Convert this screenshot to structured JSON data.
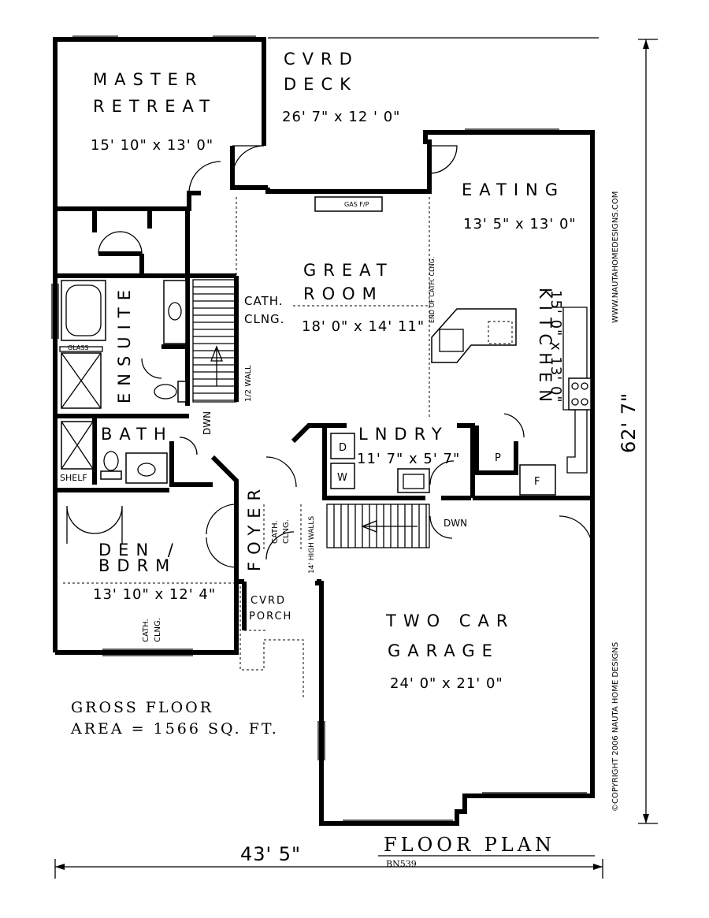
{
  "rooms": {
    "master_name_1": "MASTER",
    "master_name_2": "RETREAT",
    "master_dims": "15' 10\" x 13' 0\"",
    "deck_name_1": "CVRD",
    "deck_name_2": "DECK",
    "deck_dims": "26' 7\" x 12 ' 0\"",
    "eating_name": "EATING",
    "eating_dims": "13' 5\" x 13' 0\"",
    "great_name_1": "GREAT",
    "great_name_2": "ROOM",
    "great_dims": "18' 0\" x 14' 11\"",
    "kitchen_name": "KITCHEN",
    "kitchen_dims": "15' 0\" x 13' 0\"",
    "ensuite_name": "ENSUITE",
    "bath_name": "BATH",
    "laundry_name": "LNDRY",
    "laundry_dims": "11' 7\" x 5' 7\"",
    "foyer_name": "FOYER",
    "den_name_1": "DEN /",
    "den_name_2": "BDRM",
    "den_dims": "13' 10\" x 12' 4\"",
    "porch_name_1": "CVRD",
    "porch_name_2": "PORCH",
    "garage_name_1": "TWO CAR",
    "garage_name_2": "GARAGE",
    "garage_dims": "24' 0\" x 21' 0\""
  },
  "notes": {
    "gas_fp": "GAS F/P",
    "end_cath": "END OF CATH. CLNG.",
    "cath_1": "CATH.",
    "clng_1": "CLNG.",
    "half_wall": "1/2 WALL",
    "dwn_stair": "DWN",
    "dwn_laundry": "DWN",
    "glass": "GLASS",
    "shelf": "SHELF",
    "dryer": "D",
    "washer": "W",
    "pantry": "P",
    "fridge": "F",
    "cath_foyer_1": "CATH.",
    "cath_foyer_2": "CLNG.",
    "high_walls": "14' HIGH WALLS",
    "cath_den_1": "CATH.",
    "cath_den_2": "CLNG."
  },
  "overall": {
    "width_dim": "43' 5\"",
    "depth_dim": "62' 7\"",
    "gross_line_1": "GROSS FLOOR",
    "gross_line_2": "AREA = 1566 SQ. FT.",
    "plan_title": "FLOOR PLAN",
    "plan_code": "BN539",
    "website": "WWW.NAUTAHOMEDESIGNS.COM",
    "copyright": "©COPYRIGHT 2006 NAUTA HOME DESIGNS"
  }
}
